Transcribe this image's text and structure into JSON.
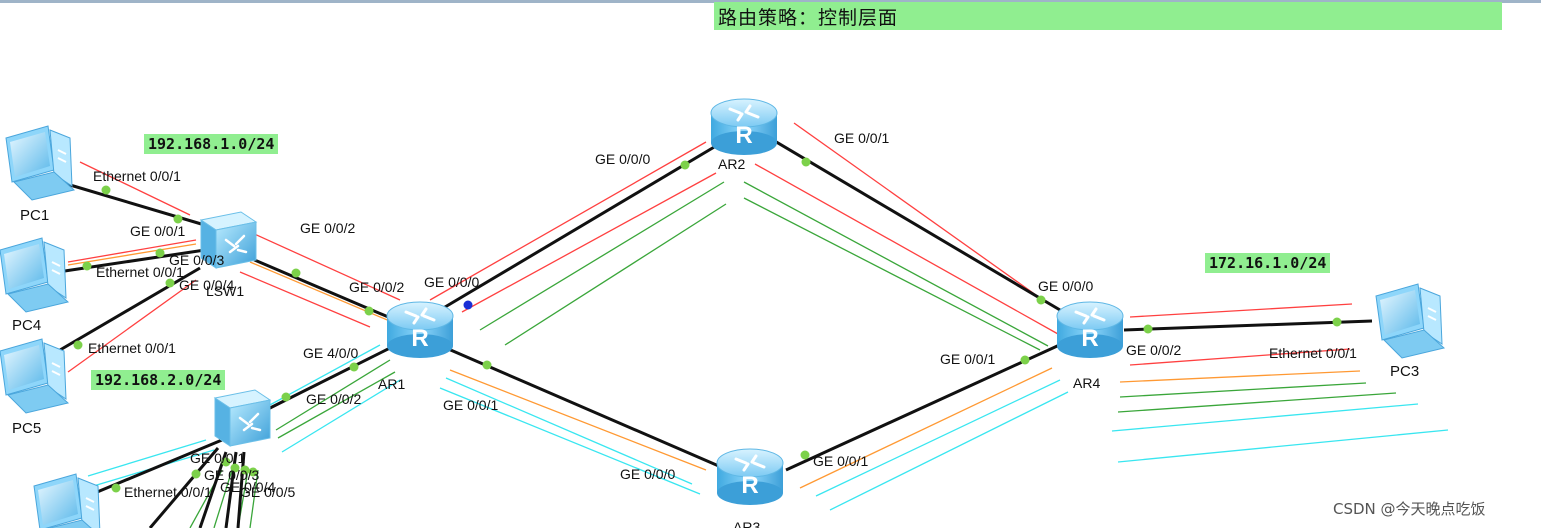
{
  "title": "路由策略：控制层面",
  "subnets": [
    "192.168.1.0/24",
    "192.168.2.0/24",
    "172.16.1.0/24"
  ],
  "devices": {
    "AR1": "AR1",
    "AR2": "AR2",
    "AR3": "AR3",
    "AR4": "AR4",
    "LSW1": "LSW1",
    "PC1": "PC1",
    "PC3": "PC3",
    "PC4": "PC4",
    "PC5": "PC5"
  },
  "ports": {
    "pc1_eth": "Ethernet 0/0/1",
    "pc4_eth": "Ethernet 0/0/1",
    "pc5_eth": "Ethernet 0/0/1",
    "pc_bottom_eth": "Ethernet 0/0/1",
    "pc3_eth": "Ethernet 0/0/1",
    "lsw1_ge001": "GE 0/0/1",
    "lsw1_ge003": "GE 0/0/3",
    "lsw1_ge004": "GE 0/0/4",
    "lsw1_ge002": "GE 0/0/2",
    "ar1_ge002": "GE 0/0/2",
    "ar1_ge000": "GE 0/0/0",
    "ar1_ge400": "GE 4/0/0",
    "ar1_ge001": "GE 0/0/1",
    "lsw2_ge002": "GE 0/0/2",
    "lsw2_ge001": "GE 0/0/1",
    "lsw2_ge003": "GE 0/0/3",
    "lsw2_ge004": "GE 0/0/4",
    "lsw2_ge005": "GE 0/0/5",
    "ar2_ge000": "GE 0/0/0",
    "ar2_ge001": "GE 0/0/1",
    "ar3_ge000": "GE 0/0/0",
    "ar3_ge001": "GE 0/0/1",
    "ar4_ge000": "GE 0/0/0",
    "ar4_ge001": "GE 0/0/1",
    "ar4_ge002": "GE 0/0/2"
  },
  "colors": {
    "link": "#111111",
    "red": "#ff4040",
    "green": "#3aa63a",
    "orange": "#ff9933",
    "cyan": "#39e6f0",
    "port_dot": "#7cd14a",
    "port_dot_selected": "#1a2fd6",
    "banner": "#90ee90"
  },
  "watermark": "CSDN @今天晚点吃饭"
}
